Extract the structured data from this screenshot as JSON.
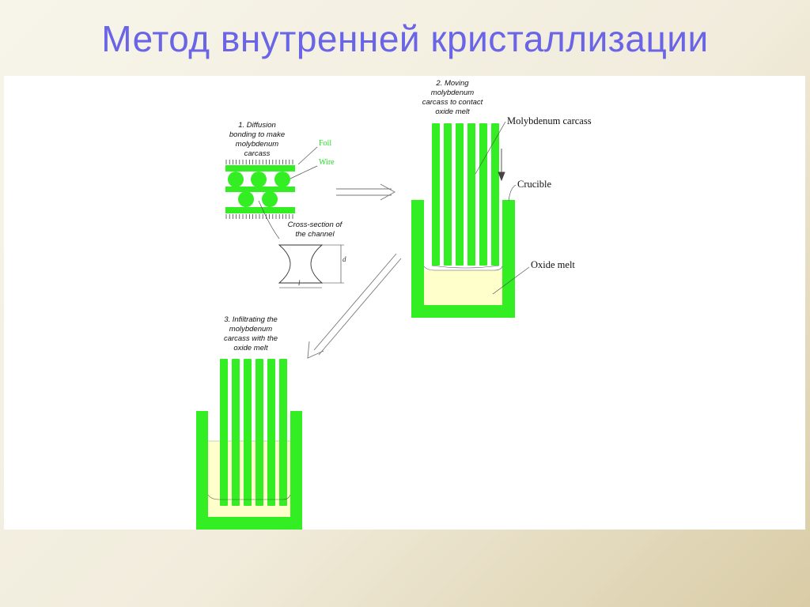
{
  "title": "Метод внутренней кристаллизации",
  "step1": {
    "line1": "1. Diffusion",
    "line2": "bonding to make",
    "line3": "molybdenum",
    "line4": "carcass"
  },
  "step2": {
    "line1": "2. Moving",
    "line2": "molybdenum",
    "line3": "carcass to contact",
    "line4": "oxide melt"
  },
  "step3": {
    "line1": "3. Infiltrating the",
    "line2": "molybdenum",
    "line3": "carcass with   the",
    "line4": "oxide melt"
  },
  "cross_section": {
    "line1": "Cross-section of",
    "line2": "the channel"
  },
  "labels": {
    "foil": "Foil",
    "wire": "Wire",
    "molybdenum_carcass": "Molybdenum carcass",
    "crucible": "Crucible",
    "oxide_melt": "Oxide melt",
    "dim_d": "d",
    "dim_l": "l"
  },
  "colors": {
    "green": "#33ee22",
    "melt": "#ffffcc",
    "title": "#6a64e6"
  }
}
